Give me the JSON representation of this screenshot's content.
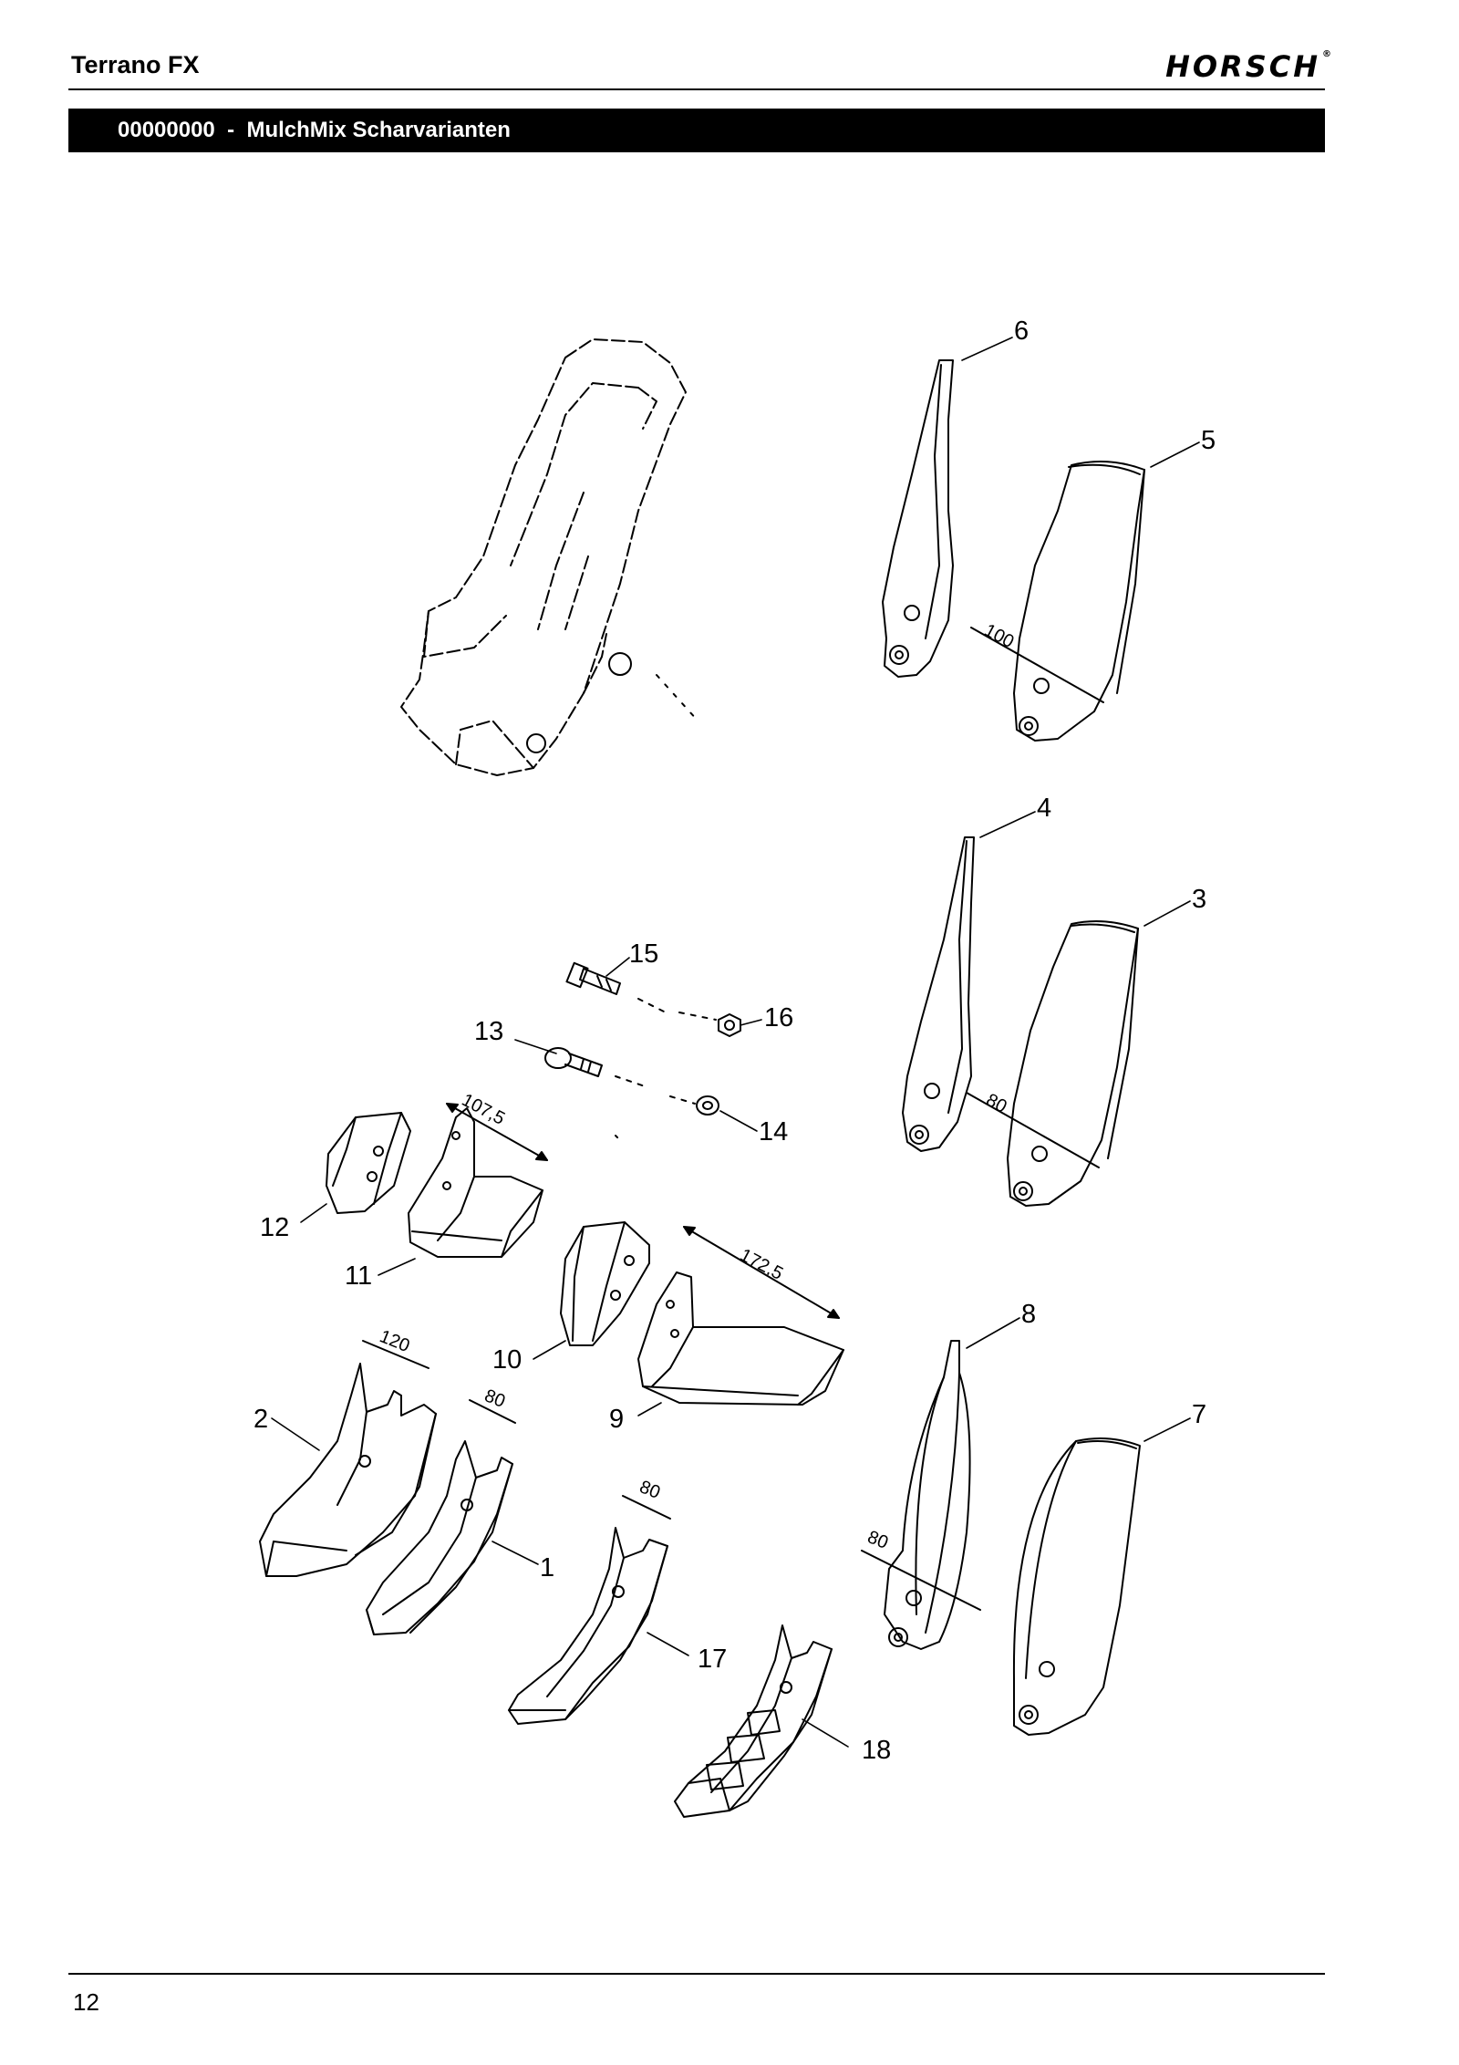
{
  "header": {
    "title": "Terrano FX",
    "brand": "HORSCH",
    "brand_mark": "®"
  },
  "section": {
    "code": "00000000",
    "separator": "-",
    "title": "MulchMix Scharvarianten"
  },
  "callouts": {
    "c1": "1",
    "c2": "2",
    "c3": "3",
    "c4": "4",
    "c5": "5",
    "c6": "6",
    "c7": "7",
    "c8": "8",
    "c9": "9",
    "c10": "10",
    "c11": "11",
    "c12": "12",
    "c13": "13",
    "c14": "14",
    "c15": "15",
    "c16": "16",
    "c17": "17",
    "c18": "18"
  },
  "dimensions": {
    "d100": "100",
    "d80_a": "80",
    "d107": "107,5",
    "d172": "172,5",
    "d120": "120",
    "d80_b": "80",
    "d80_c": "80",
    "d80_d": "80"
  },
  "footer": {
    "page": "12"
  }
}
